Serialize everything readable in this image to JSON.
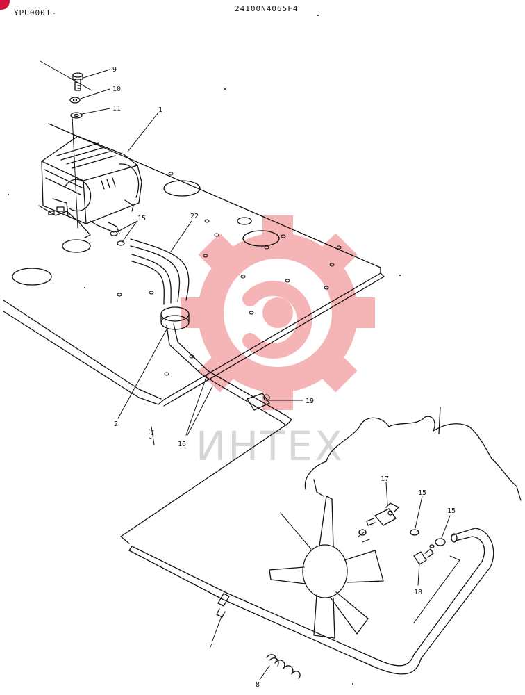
{
  "header": {
    "serial": "YPU0001~",
    "code": "24100N4065F4"
  },
  "watermark": {
    "text": "ИНТЕХ",
    "color": "#f4a9aa"
  },
  "brand_color": "#d4143c",
  "callouts": [
    {
      "id": "c9",
      "label": "9"
    },
    {
      "id": "c10",
      "label": "10"
    },
    {
      "id": "c11",
      "label": "11"
    },
    {
      "id": "c1",
      "label": "1"
    },
    {
      "id": "c15a",
      "label": "15"
    },
    {
      "id": "c22",
      "label": "22"
    },
    {
      "id": "c2",
      "label": "2"
    },
    {
      "id": "c19",
      "label": "19"
    },
    {
      "id": "c16",
      "label": "16"
    },
    {
      "id": "c17",
      "label": "17"
    },
    {
      "id": "c15b",
      "label": "15"
    },
    {
      "id": "c15c",
      "label": "15"
    },
    {
      "id": "c18",
      "label": "18"
    },
    {
      "id": "c7",
      "label": "7"
    },
    {
      "id": "c8",
      "label": "8"
    }
  ]
}
